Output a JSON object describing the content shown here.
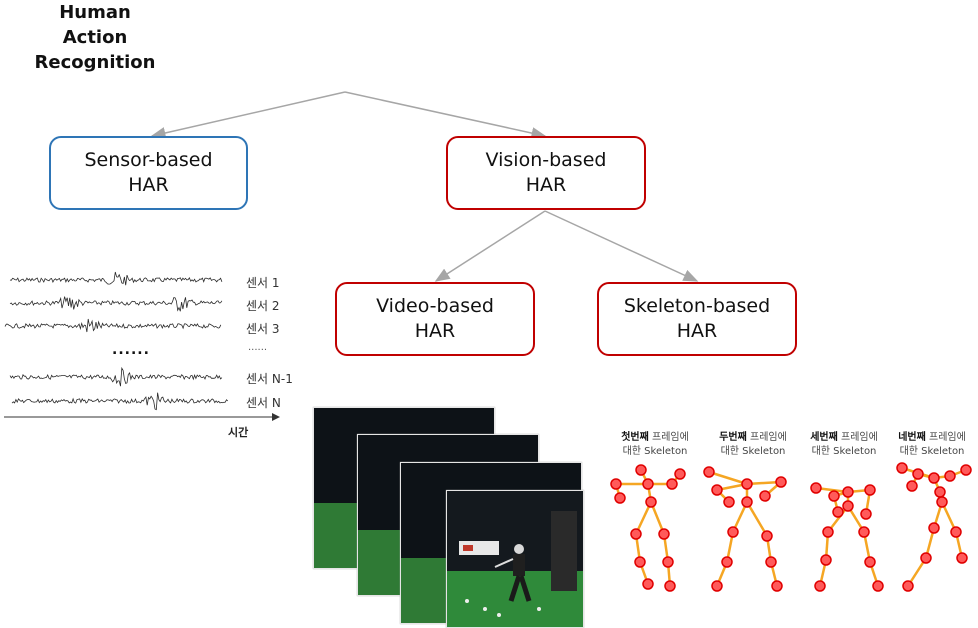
{
  "root": {
    "title": "Human\nAction\nRecognition"
  },
  "nodes": {
    "sensor": {
      "label": "Sensor-based\nHAR",
      "border_color": "#2e75b6"
    },
    "vision": {
      "label": "Vision-based\nHAR",
      "border_color": "#c00000"
    },
    "video": {
      "label": "Video-based\nHAR",
      "border_color": "#c00000"
    },
    "skeleton": {
      "label": "Skeleton-based\nHAR",
      "border_color": "#c00000"
    }
  },
  "sensors": {
    "labels": [
      "센서 1",
      "센서 2",
      "센서 3",
      "센서 N-1",
      "센서 N"
    ],
    "ellipsis_signal": "......",
    "ellipsis_label": "......",
    "time_axis_label": "시간"
  },
  "skeleton_frames": [
    {
      "ordinal": "첫번째",
      "line1_rest": " 프레임에",
      "line2": "대한 Skeleton"
    },
    {
      "ordinal": "두번째",
      "line1_rest": " 프레임에",
      "line2": "대한 Skeleton"
    },
    {
      "ordinal": "세번째",
      "line1_rest": " 프레임에",
      "line2": "대한 Skeleton"
    },
    {
      "ordinal": "네번째",
      "line1_rest": " 프레임에",
      "line2": "대한 Skeleton"
    }
  ],
  "colors": {
    "edge": "#a6a6a6",
    "joint_fill": "#ff5a5a",
    "joint_stroke": "#e00000",
    "bone": "#f5a623",
    "signal": "#2a2a2a"
  }
}
